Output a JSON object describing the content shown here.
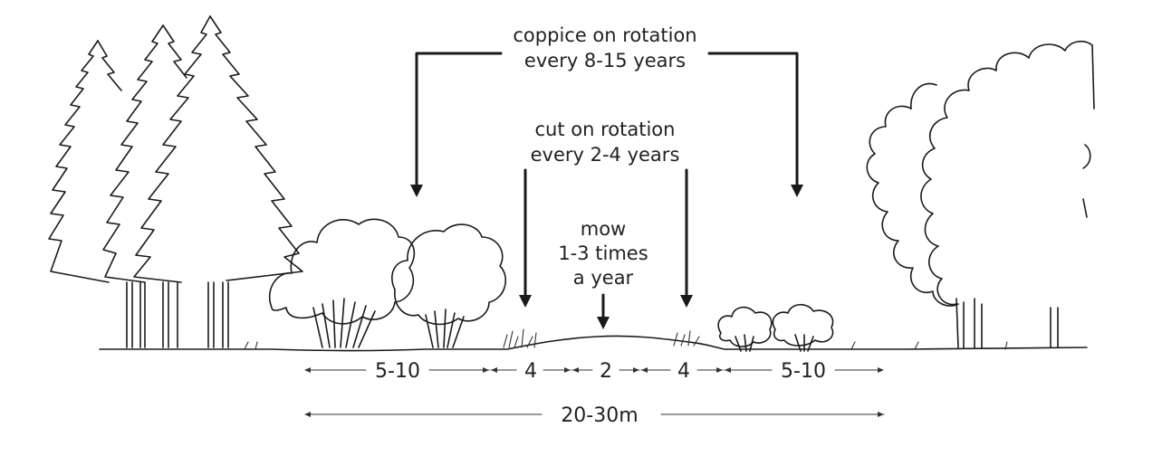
{
  "labels": {
    "coppice_line1": "coppice on rotation",
    "coppice_line2": "every 8-15 years",
    "cut_line1": "cut on rotation",
    "cut_line2": "every 2-4 years",
    "mow_line1": "mow",
    "mow_line2": "1-3 times",
    "mow_line3": "a year"
  },
  "widths": [
    {
      "label": "5-10"
    },
    {
      "label": "4"
    },
    {
      "label": "2"
    },
    {
      "label": "4"
    },
    {
      "label": "5-10"
    }
  ],
  "total_width": "20-30m",
  "colors": {
    "ink": "#1a1a1a",
    "background": "#ffffff"
  }
}
